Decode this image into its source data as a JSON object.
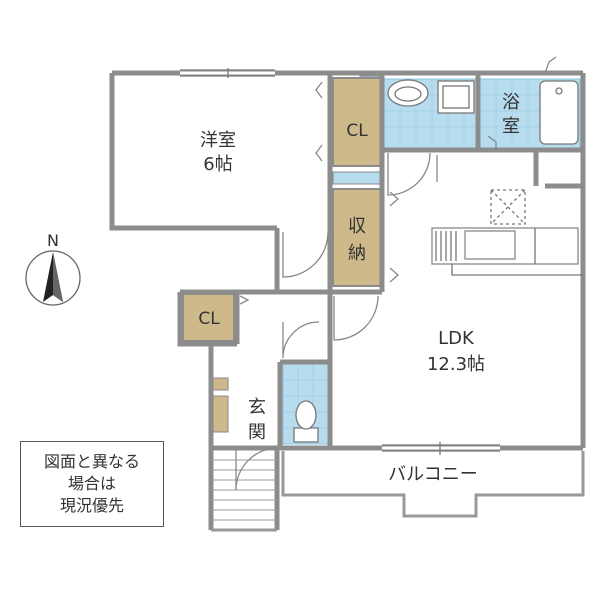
{
  "rooms": {
    "western_room": {
      "name": "洋室",
      "size": "6帖"
    },
    "closet_upper": "CL",
    "closet_lower": "CL",
    "bath": {
      "line1": "浴",
      "line2": "室"
    },
    "storage": {
      "line1": "収",
      "line2": "納"
    },
    "ldk": {
      "name": "LDK",
      "size": "12.3帖"
    },
    "entrance": {
      "line1": "玄",
      "line2": "関"
    },
    "balcony": "バルコニー"
  },
  "compass": {
    "label": "N"
  },
  "note": {
    "line1": "図面と異なる",
    "line2": "場合は",
    "line3": "現況優先"
  },
  "colors": {
    "wall": "#8c8c8c",
    "closet": "#cdb98a",
    "tile": "#b6dcee",
    "tile_grid": "#8fc3dc",
    "text": "#333333"
  }
}
